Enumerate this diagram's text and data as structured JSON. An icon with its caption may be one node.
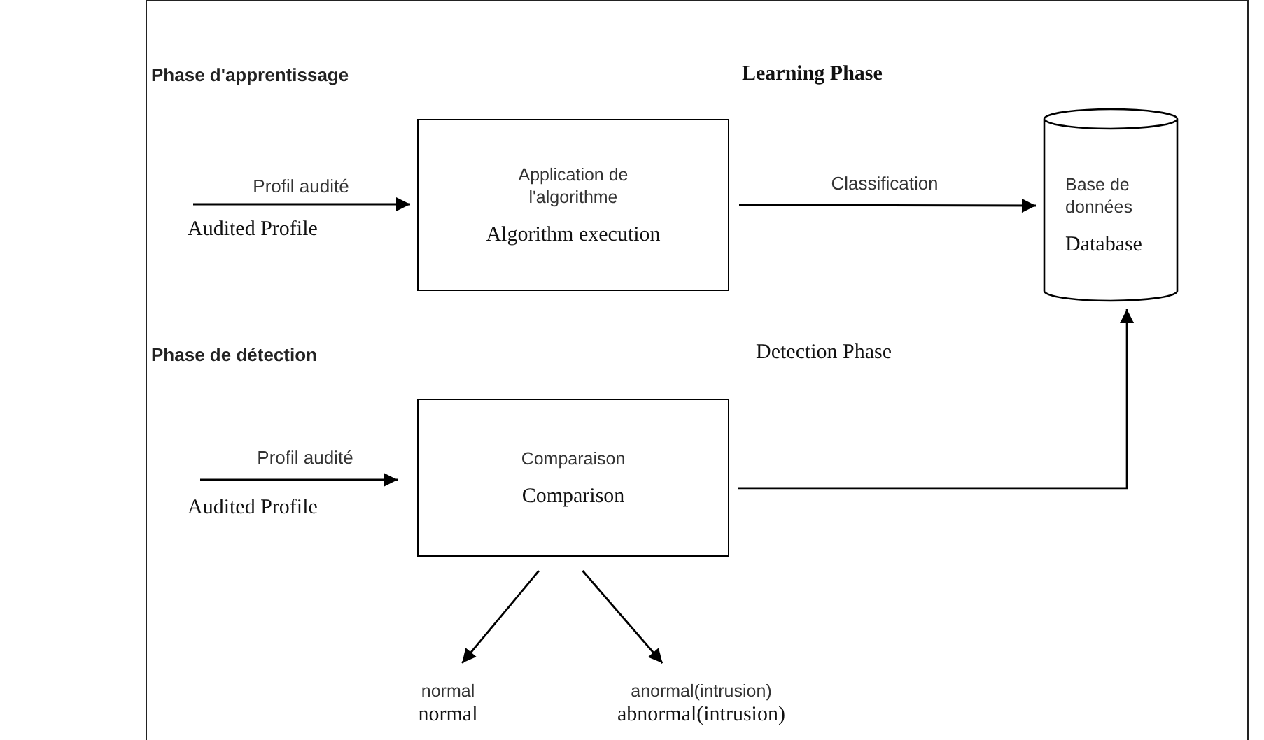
{
  "diagram": {
    "nodes": [
      {
        "text": [
          "Application de l'algorithme",
          "Algorithm execution"
        ]
      },
      {
        "text": [
          "Base de données",
          "Database"
        ]
      },
      {
        "text": [
          "Comparaison",
          "Comparison"
        ]
      },
      {
        "text": [
          "normal",
          "normal"
        ]
      },
      {
        "text": [
          "anormal(intrusion)",
          "abnormal(intrusion)"
        ]
      }
    ],
    "edges": [
      {
        "from": null,
        "to": 0,
        "arrow": "to",
        "label": "Profil audité"
      },
      {
        "from": 0,
        "to": 1,
        "arrow": "to",
        "label": "Classification"
      },
      {
        "from": null,
        "to": 2,
        "arrow": "to",
        "label": "Profil audité"
      },
      {
        "from": 2,
        "to": 1,
        "arrow": "to"
      },
      {
        "from": 2,
        "to": 3,
        "arrow": "to"
      },
      {
        "from": 2,
        "to": 4,
        "arrow": "to"
      }
    ],
    "labels": [
      "Phase d'apprentissage",
      "Learning Phase",
      "Audited Profile",
      "Phase de détection",
      "Detection Phase",
      "Audited Profile"
    ]
  }
}
